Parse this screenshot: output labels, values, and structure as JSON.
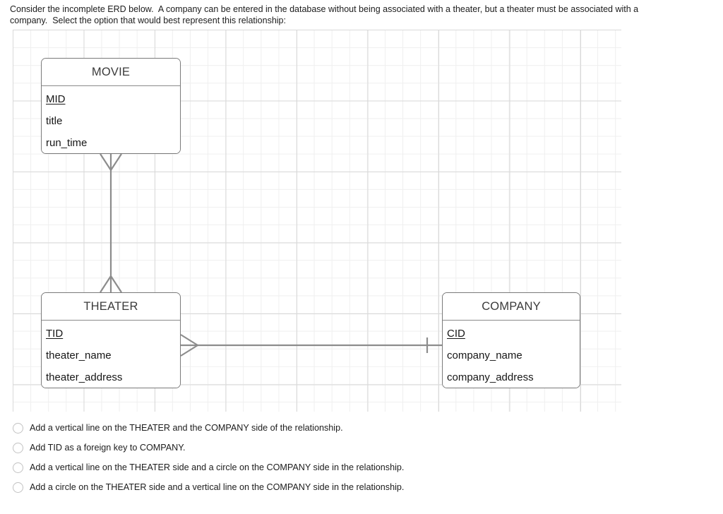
{
  "prompt": {
    "line1": "Consider the incomplete ERD below.  A company can be entered in the database without being associated with a theater, but a theater must be associated with a",
    "line2": "company.  Select the option that would best represent this relationship:"
  },
  "diagram": {
    "type": "erd-crows-foot",
    "entities": [
      {
        "id": "movie",
        "title": "MOVIE",
        "attributes": [
          {
            "name": "MID",
            "primary_key": true
          },
          {
            "name": "title",
            "primary_key": false
          },
          {
            "name": "run_time",
            "primary_key": false
          }
        ]
      },
      {
        "id": "theater",
        "title": "THEATER",
        "attributes": [
          {
            "name": "TID",
            "primary_key": true
          },
          {
            "name": "theater_name",
            "primary_key": false
          },
          {
            "name": "theater_address",
            "primary_key": false
          }
        ]
      },
      {
        "id": "company",
        "title": "COMPANY",
        "attributes": [
          {
            "name": "CID",
            "primary_key": true
          },
          {
            "name": "company_name",
            "primary_key": false
          },
          {
            "name": "company_address",
            "primary_key": false
          }
        ]
      }
    ],
    "relationships": [
      {
        "id": "movie-theater",
        "from": "MOVIE",
        "to": "THEATER",
        "from_cardinality": "many",
        "to_cardinality": "many",
        "orientation": "vertical"
      },
      {
        "id": "theater-company",
        "from": "THEATER",
        "to": "COMPANY",
        "from_cardinality": "many",
        "to_cardinality": "one",
        "orientation": "horizontal"
      }
    ],
    "line_color": "#8c8c8c",
    "box_border_color": "#7a7a7a",
    "grid_minor_color": "#efefef",
    "grid_major_color": "#d9d9d9"
  },
  "options": [
    {
      "label": "Add a vertical line on the THEATER and the COMPANY side of the relationship.",
      "selected": false
    },
    {
      "label": "Add TID as a foreign key to COMPANY.",
      "selected": false
    },
    {
      "label": "Add a vertical line on the THEATER side and a circle on the COMPANY side in the relationship.",
      "selected": false
    },
    {
      "label": "Add a circle on the THEATER side and a vertical line on the COMPANY side in the relationship.",
      "selected": false
    }
  ]
}
